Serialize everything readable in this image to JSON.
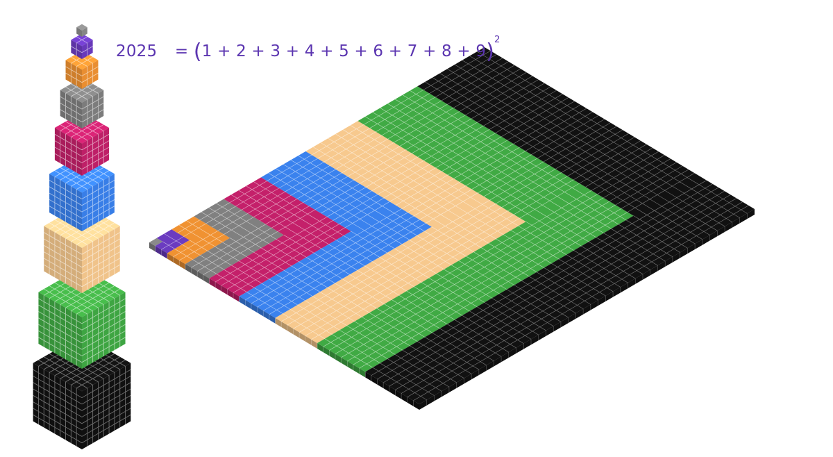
{
  "equation": {
    "lhs": "2025",
    "eq": "=",
    "open": "(",
    "terms": "1 + 2 + 3 + 4 + 5 + 6 + 7 + 8 + 9",
    "close": ")",
    "exponent": "2"
  },
  "layers": [
    {
      "n": 1,
      "name": "cube-1",
      "color": "#8a8a8a"
    },
    {
      "n": 2,
      "name": "cube-2",
      "color": "#6b3bc0"
    },
    {
      "n": 3,
      "name": "cube-3",
      "color": "#f09232"
    },
    {
      "n": 4,
      "name": "cube-4",
      "color": "#808080"
    },
    {
      "n": 5,
      "name": "cube-5",
      "color": "#c4206a"
    },
    {
      "n": 6,
      "name": "cube-6",
      "color": "#3a82ee"
    },
    {
      "n": 7,
      "name": "cube-7",
      "color": "#f7c98e"
    },
    {
      "n": 8,
      "name": "cube-8",
      "color": "#40aa44"
    },
    {
      "n": 9,
      "name": "cube-9",
      "color": "#111111"
    }
  ]
}
